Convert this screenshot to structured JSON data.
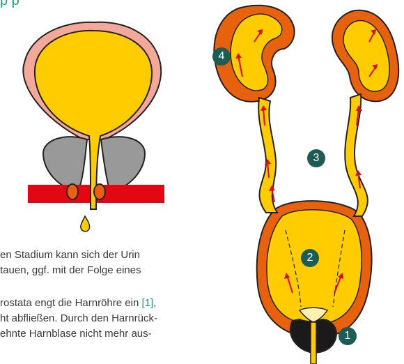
{
  "heading": "p    p",
  "paragraph1": {
    "line1": "en Stadium kann sich der Urin",
    "line2": "tauen, ggf. mit der Folge eines"
  },
  "paragraph2": {
    "line1_prefix": "rostata engt die Harnröhre ein ",
    "line1_ref": "[1]",
    "line1_suffix": ",",
    "line2": "ht abfließen. Durch den Harnrück-",
    "line3": "ehnte Harnblase nicht mehr aus-"
  },
  "badges": {
    "kidney": "4",
    "ureter": "3",
    "bladder": "2",
    "prostate": "1"
  },
  "colors": {
    "urine_yellow": "#ffcc00",
    "tissue_orange": "#e8620e",
    "bladder_wall_pink": "#f4a89a",
    "prostate_gray": "#999999",
    "urethra_red": "#e30613",
    "prostate_black": "#1a1a1a",
    "badge_teal": "#1d5b55",
    "reference_teal": "#1a9a86"
  }
}
